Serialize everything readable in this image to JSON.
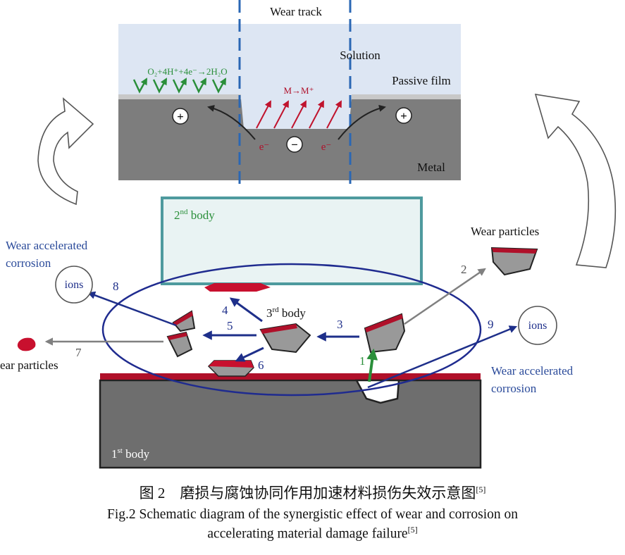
{
  "top_panel": {
    "wear_track": "Wear track",
    "solution": "Solution",
    "passive_film": "Passive film",
    "metal": "Metal",
    "reaction_left": "O₂+4H⁺+4e⁻→2H₂O",
    "reaction_center": "M→M⁺",
    "electron_left": "e⁻",
    "electron_right": "e⁻",
    "plus": "+",
    "minus": "−"
  },
  "bodies": {
    "second_body_num": "2",
    "second_body_sup": "nd",
    "second_body_word": " body",
    "third_body_num": "3",
    "third_body_sup": "rd",
    "third_body_word": " body",
    "first_body_num": "1",
    "first_body_sup": "st",
    "first_body_word": " body"
  },
  "labels": {
    "wear_accel_left_1": "Wear accelerated",
    "wear_accel_left_2": "corrosion",
    "wear_accel_right_1": "Wear accelerated",
    "wear_accel_right_2": "corrosion",
    "ions_left": "ions",
    "ions_right": "ions",
    "wear_particles_right": "Wear particles",
    "wear_particles_left": "ear particles"
  },
  "steps": [
    "1",
    "2",
    "3",
    "4",
    "5",
    "6",
    "7",
    "8",
    "9"
  ],
  "caption": {
    "cn": "图 2　磨损与腐蚀协同作用加速材料损伤失效示意图",
    "en_line1": "Fig.2 Schematic diagram of the synergistic effect of wear and corrosion on",
    "en_line2": "accelerating material damage failure",
    "ref": "[5]"
  },
  "colors": {
    "solution": "#dde6f3",
    "metal": "#7d7d7d",
    "passive_film": "#b0102a",
    "blue_arrow": "#1e2f8a",
    "ellipse": "#1f2b8f",
    "second_body_border": "#4e9a9e",
    "green": "#2a8f3a",
    "gray_arrow": "#808080"
  }
}
